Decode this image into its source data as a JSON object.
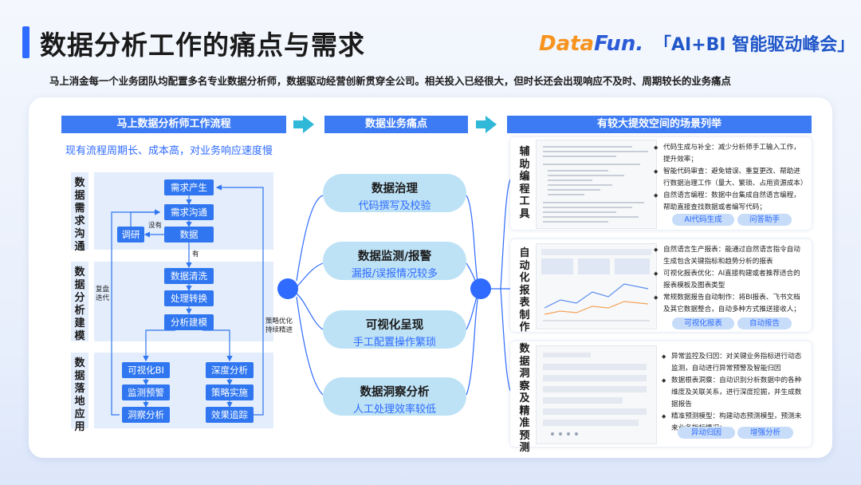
{
  "header": {
    "title": "数据分析工作的痛点与需求",
    "logo_data": "Data",
    "logo_fun": "Fun.",
    "summit": "「AI+BI 智能驱动峰会」",
    "subtitle": "马上消金每一个业务团队均配置多名专业数据分析师，数据驱动经营创新贯穿全公司。相关投入已经很大，但时长还会出现响应不及时、周期较长的业务痛点"
  },
  "workflow": {
    "header": "马上数据分析师工作流程",
    "note": "现有流程周期长、成本高，对业务响应速度慢",
    "lanes": [
      {
        "label": "数据需求沟通"
      },
      {
        "label": "数据分析建模"
      },
      {
        "label": "数据落地应用"
      }
    ],
    "nodes": {
      "demand": "需求产生",
      "communicate": "需求沟通",
      "data": "数据",
      "research": "调研",
      "clean": "数据清洗",
      "transform": "处理转换",
      "model": "分析建模",
      "visual": "可视化BI",
      "monitor": "监测预警",
      "insight": "洞察分析",
      "deep": "深度分析",
      "strategy": "策略实施",
      "track": "效果追踪"
    },
    "labels": {
      "no": "没有",
      "yes": "有",
      "review_1": "复盘",
      "review_2": "迭代",
      "opt_1": "策略优化",
      "opt_2": "持续精进"
    }
  },
  "painpoints": {
    "header": "数据业务痛点",
    "items": [
      {
        "title": "数据治理",
        "desc": "代码撰写及校验"
      },
      {
        "title": "数据监测/报警",
        "desc": "漏报/误报情况较多"
      },
      {
        "title": "可视化呈现",
        "desc": "手工配置操作繁琐"
      },
      {
        "title": "数据洞察分析",
        "desc": "人工处理效率较低"
      }
    ]
  },
  "scenarios": {
    "header": "有较大提效空间的场景列举",
    "cards": [
      {
        "label": "辅助编程工具",
        "bullets": [
          "代码生成与补全：减少分析师手工输入工作，提升效率；",
          "智能代码审查：避免错误、重复更改、帮助进行数据治理工作（量大、繁琐、占用资源成本）",
          "自然语言编程：数据中台集成自然语言编程，帮助直接查找数据或者编写代码；"
        ],
        "tags": [
          "AI代码生成",
          "问答助手"
        ]
      },
      {
        "label": "自动化报表制作",
        "bullets": [
          "自然语言生产报表：能通过自然语言指令自动生成包含关键指标和趋势分析的报表",
          "可视化报表优化：AI直接构建或者推荐适合的报表模板及图表类型",
          "常规数据报告自动制作：将BI报表、飞书文档及其它数据整合，自动多种方式推送接收人；"
        ],
        "tags": [
          "可视化报表",
          "自动报告"
        ]
      },
      {
        "label": "数据洞察及精准预测",
        "bullets": [
          "异常监控及归因：对关键业务指标进行动态监测，自动进行异常预警及智能归因",
          "数据根表洞察：自动识别分析数据中的各种维度及关联关系，进行深度挖掘，并生成数据报告",
          "精准预测模型：构建动态预测模型，预测未来业务指标情况；"
        ],
        "tags": [
          "异动归因",
          "增强分析"
        ]
      }
    ]
  }
}
